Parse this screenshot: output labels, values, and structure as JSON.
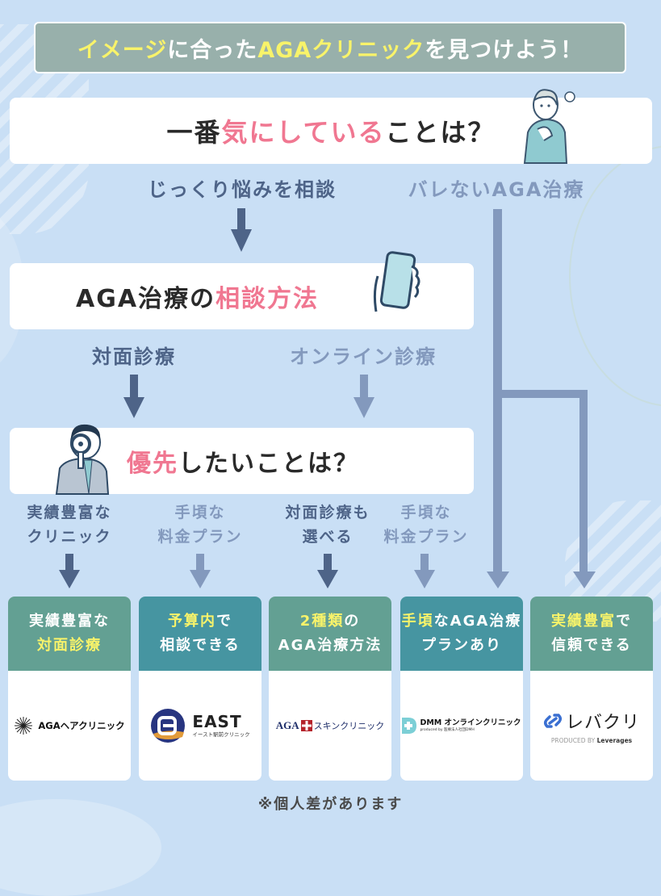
{
  "banner": {
    "parts": [
      {
        "text": "イメージ",
        "highlight": true
      },
      {
        "text": "に合った",
        "highlight": false
      },
      {
        "text": "AGAクリニック",
        "highlight": true
      },
      {
        "text": "を見つけよう！",
        "highlight": false
      }
    ]
  },
  "question1": {
    "pre": "一番",
    "highlight": "気にしている",
    "post": "ことは？",
    "options": [
      {
        "label": "じっくり悩みを相談",
        "tone": "dark"
      },
      {
        "label": "バレないAGA治療",
        "tone": "light"
      }
    ]
  },
  "question2": {
    "pre": "AGA治療の",
    "highlight": "相談方法",
    "post": "",
    "options": [
      {
        "label": "対面診療",
        "tone": "dark"
      },
      {
        "label": "オンライン診療",
        "tone": "light"
      }
    ]
  },
  "question3": {
    "highlight": "優先",
    "post": "したいことは？",
    "options": [
      {
        "line1": "実績豊富な",
        "line2": "クリニック",
        "tone": "dark"
      },
      {
        "line1": "手頃な",
        "line2": "料金プラン",
        "tone": "light"
      },
      {
        "line1": "対面診療も",
        "line2": "選べる",
        "tone": "dark"
      },
      {
        "line1": "手頃な",
        "line2": "料金プラン",
        "tone": "light"
      }
    ]
  },
  "cards": [
    {
      "line1_hl": "",
      "line1": "実績豊富な",
      "line2_hl": "対面診療",
      "line2": "",
      "header_color": "#63a093",
      "clinic": "AGAヘアクリニック",
      "logo": "starburst-logo"
    },
    {
      "line1_hl": "予算内",
      "line1": "で",
      "line2_hl": "",
      "line2": "相談できる",
      "header_color": "#4695a1",
      "clinic": "EAST",
      "clinic_sub": "イースト駅前クリニック",
      "logo": "east-logo"
    },
    {
      "line1_hl": "2種類",
      "line1": "の",
      "line2_hl": "",
      "line2": "AGA治療方法",
      "header_color": "#63a093",
      "clinic_pre": "AGA",
      "clinic": "スキンクリニック",
      "logo": "cross-logo"
    },
    {
      "line1_hl": "手頃",
      "line1": "なAGA治療",
      "line2_hl": "",
      "line2": "プランあり",
      "header_color": "#4695a1",
      "clinic": "DMM オンラインクリニック",
      "clinic_sub": "produced by 医療法人社団DMH",
      "logo": "dmm-logo"
    },
    {
      "line1_hl": "実績豊富",
      "line1": "で",
      "line2_hl": "",
      "line2": "信頼できる",
      "header_color": "#63a093",
      "clinic": "レバクリ",
      "clinic_sub_a": "PRODUCED BY ",
      "clinic_sub_b": "Leverages",
      "logo": "link-logo"
    }
  ],
  "colors": {
    "background": "#c9dff5",
    "arrow_dark": "#4e6488",
    "arrow_light": "#8399bd",
    "highlight_yellow": "#f8f36a",
    "highlight_pink": "#f07791"
  },
  "note": "※個人差があります"
}
